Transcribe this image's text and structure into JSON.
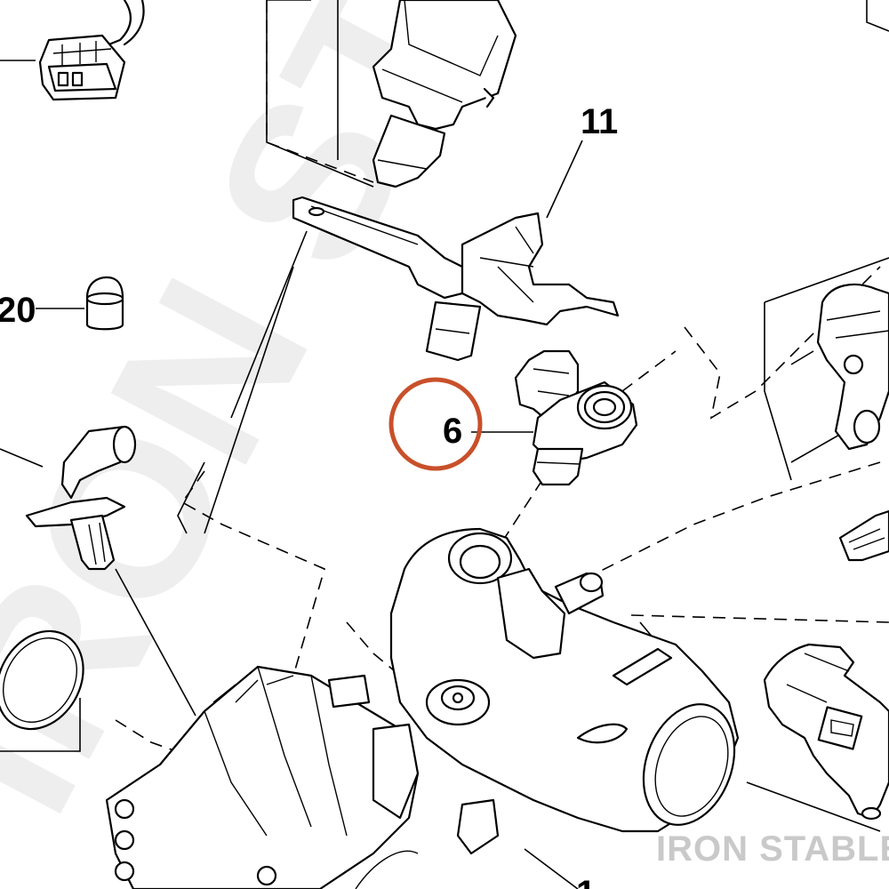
{
  "diagram": {
    "callouts": [
      {
        "id": "11",
        "label": "11"
      },
      {
        "id": "20",
        "label": "20"
      },
      {
        "id": "6",
        "label": "6",
        "highlighted": true
      }
    ],
    "highlight_color": "#c8502a"
  },
  "watermark": {
    "diagonal_text": "IRON STABLE",
    "corner_text": "IRON STABLE"
  }
}
